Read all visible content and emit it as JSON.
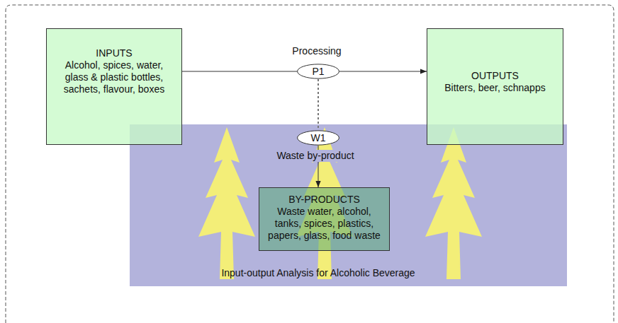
{
  "diagram": {
    "caption": "Input-output Analysis for Alcoholic Beverage",
    "nodes": [
      {
        "text": [
          "INPUTS",
          "Alcohol, spices, water, glass & plastic bottles, sachets, flavour, boxes"
        ]
      },
      {
        "text": [
          "OUTPUTS",
          "Bitters, beer, schnapps"
        ]
      },
      {
        "text": [
          "P1"
        ]
      },
      {
        "text": [
          "W1"
        ]
      },
      {
        "text": [
          "BY-PRODUCTS",
          "Waste water, alcohol, tanks, spices, plastics, papers, glass, food waste"
        ]
      }
    ],
    "edges": [
      {
        "from": 0,
        "to": 2,
        "arrow": "none"
      },
      {
        "from": 2,
        "to": 1,
        "arrow": "to"
      },
      {
        "from": 2,
        "to": 3,
        "arrow": "none"
      },
      {
        "from": 3,
        "to": 4,
        "label": "Waste by-product",
        "arrow": "to"
      }
    ],
    "labels": [
      "Processing"
    ]
  }
}
